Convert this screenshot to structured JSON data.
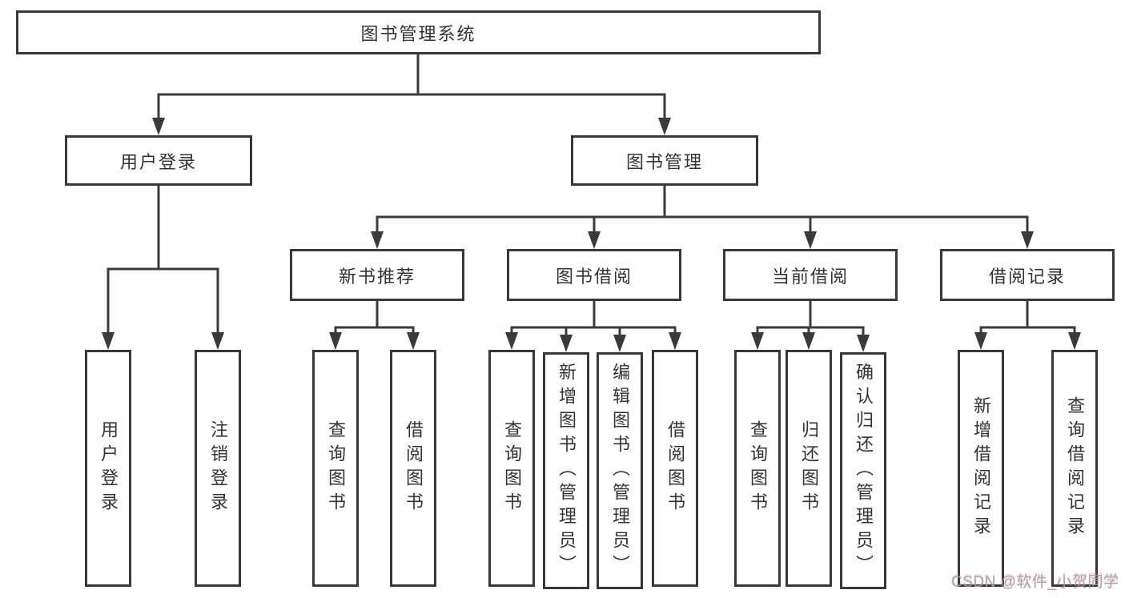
{
  "nodes": {
    "root": "图书管理系统",
    "user_login": "用户登录",
    "book_mgmt": "图书管理",
    "new_book_rec": "新书推荐",
    "book_borrow": "图书借阅",
    "current_borrow": "当前借阅",
    "borrow_records": "借阅记录",
    "leaf_user_login": "用户登录",
    "leaf_logout": "注销登录",
    "leaf_rec_query": "查询图书",
    "leaf_rec_borrow": "借阅图书",
    "leaf_borrow_query": "查询图书",
    "leaf_borrow_add": "新增图书（管理员）",
    "leaf_borrow_edit": "编辑图书（管理员）",
    "leaf_borrow_borrow": "借阅图书",
    "leaf_current_query": "查询图书",
    "leaf_current_return": "归还图书",
    "leaf_current_confirm": "确认归还（管理员）",
    "leaf_records_add": "新增借阅记录",
    "leaf_records_query": "查询借阅记录"
  },
  "watermark": "CSDN @软件_小贺同学",
  "colors": {
    "line": "#3a3a3a",
    "text": "#333333",
    "background": "#ffffff",
    "watermark": "#9e9e9e"
  }
}
